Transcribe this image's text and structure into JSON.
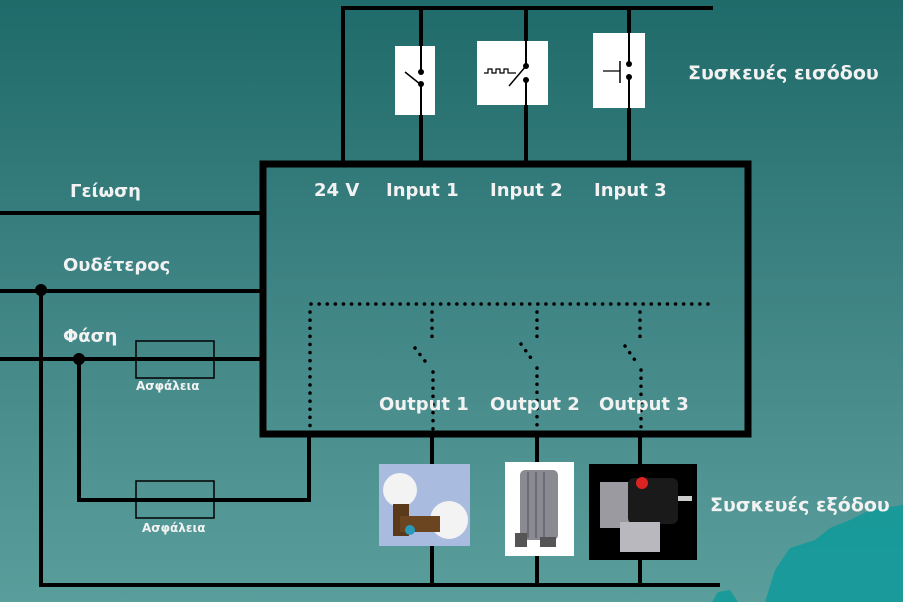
{
  "title": "PLC wiring diagram",
  "colors": {
    "background_top": "#1f6a6a",
    "background_bottom": "#5a9e9c",
    "wire": "#000000",
    "text": "#f2f2f2",
    "accent_shape": "#0f9a9a"
  },
  "power_lines": {
    "ground": "Γείωση",
    "neutral": "Ουδέτερος",
    "phase": "Φάση"
  },
  "fuses": [
    {
      "label": "Ασφάλεια"
    },
    {
      "label": "Ασφάλεια"
    }
  ],
  "controller": {
    "supply_label": "24 V",
    "inputs": [
      "Input 1",
      "Input 2",
      "Input 3"
    ],
    "outputs": [
      "Output 1",
      "Output 2",
      "Output 3"
    ]
  },
  "input_devices": {
    "heading": "Συσκευές εισόδου",
    "items": [
      {
        "name": "switch",
        "icon": "switch-icon"
      },
      {
        "name": "thermal switch",
        "icon": "thermostat-switch-icon"
      },
      {
        "name": "push button",
        "icon": "pushbutton-icon"
      }
    ]
  },
  "output_devices": {
    "heading": "Συσκευές εξόδου",
    "items": [
      {
        "name": "lamps",
        "icon": "lightbulb-icon"
      },
      {
        "name": "radiator heater",
        "icon": "radiator-icon"
      },
      {
        "name": "electric motor",
        "icon": "motor-icon"
      }
    ]
  }
}
